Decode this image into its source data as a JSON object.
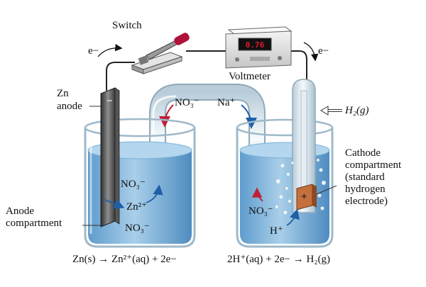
{
  "labels": {
    "switch": "Switch",
    "voltmeter": "Voltmeter",
    "voltmeter_reading": "0.76",
    "electron_left": "e−",
    "electron_right": "e−",
    "zn_anode_line1": "Zn",
    "zn_anode_line2": "anode",
    "anode_minus": "−",
    "cathode_plus": "+",
    "salt_bridge_no3": "NO₃⁻",
    "salt_bridge_na": "Na⁺",
    "h2_gas": "H₂(g)",
    "cathode_compartment": [
      "Cathode",
      "compartment",
      "(standard",
      "hydrogen",
      "electrode)"
    ],
    "anode_compartment": [
      "Anode",
      "compartment"
    ],
    "left_no3_top": "NO₃⁻",
    "left_zn2": "Zn²⁺",
    "left_no3_bottom": "NO₃⁻",
    "right_no3": "NO₃⁻",
    "right_h": "H⁺"
  },
  "equations": {
    "anode": "Zn(s) → Zn²⁺(aq) + 2e−",
    "cathode": "2H⁺(aq) + 2e− → H₂(g)"
  },
  "colors": {
    "solution": "#7fb6dd",
    "solution_dark": "#4f8fc4",
    "glass": "#d9eaf3",
    "wire": "#222222",
    "zinc_dark": "#3b3b3b",
    "zinc_light": "#9a9a9a",
    "platinum": "#c4703d",
    "arrow_red": "#c0203a",
    "arrow_blue": "#1f5fa8",
    "switch_handle": "#b0123a"
  }
}
